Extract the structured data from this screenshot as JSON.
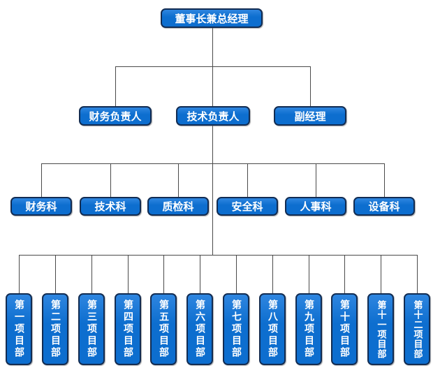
{
  "colors": {
    "box_fill": "#0d6ecf",
    "box_highlight": "#2f86e0",
    "box_border": "#122c52",
    "box_text": "#ffffff",
    "line": "#4a4a4a",
    "background": "#ffffff"
  },
  "org": {
    "root": {
      "label": "董事长兼总经理"
    },
    "level2": [
      {
        "label": "财务负责人"
      },
      {
        "label": "技术负责人"
      },
      {
        "label": "副经理"
      }
    ],
    "level3": [
      {
        "label": "财务科"
      },
      {
        "label": "技术科"
      },
      {
        "label": "质检科"
      },
      {
        "label": "安全科"
      },
      {
        "label": "人事科"
      },
      {
        "label": "设备科"
      }
    ],
    "level4": [
      {
        "label": "第一项目部"
      },
      {
        "label": "第二项目部"
      },
      {
        "label": "第三项目部"
      },
      {
        "label": "第四项目部"
      },
      {
        "label": "第五项目部"
      },
      {
        "label": "第六项目部"
      },
      {
        "label": "第七项目部"
      },
      {
        "label": "第八项目部"
      },
      {
        "label": "第九项目部"
      },
      {
        "label": "第十项目部"
      },
      {
        "label": "第十一项目部"
      },
      {
        "label": "第十二项目部"
      }
    ]
  }
}
